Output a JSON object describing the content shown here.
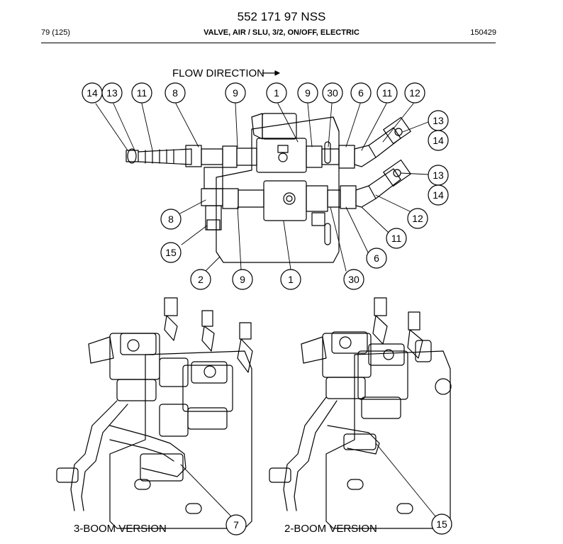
{
  "header": {
    "title": "552 171 97 NSS",
    "page": "79 (125)",
    "subtitle": "VALVE, AIR / SLU, 3/2, ON/OFF, ELECTRIC",
    "code": "150429"
  },
  "diagram": {
    "flow_label": "FLOW DIRECTION",
    "captions": [
      "3-BOOM VERSION",
      "2-BOOM VERSION"
    ],
    "callouts": {
      "c1": "14",
      "c2": "13",
      "c3": "11",
      "c4": "8",
      "c5": "9",
      "c6": "1",
      "c7": "9",
      "c8": "30",
      "c9": "6",
      "c10": "11",
      "c11": "12",
      "c12": "13",
      "c13": "14",
      "c14": "13",
      "c15": "14",
      "c16": "12",
      "c17": "11",
      "c18": "6",
      "c19": "8",
      "c20": "15",
      "c21": "2",
      "c22": "9",
      "c23": "1",
      "c24": "30",
      "c25": "7",
      "c26": "15"
    }
  }
}
